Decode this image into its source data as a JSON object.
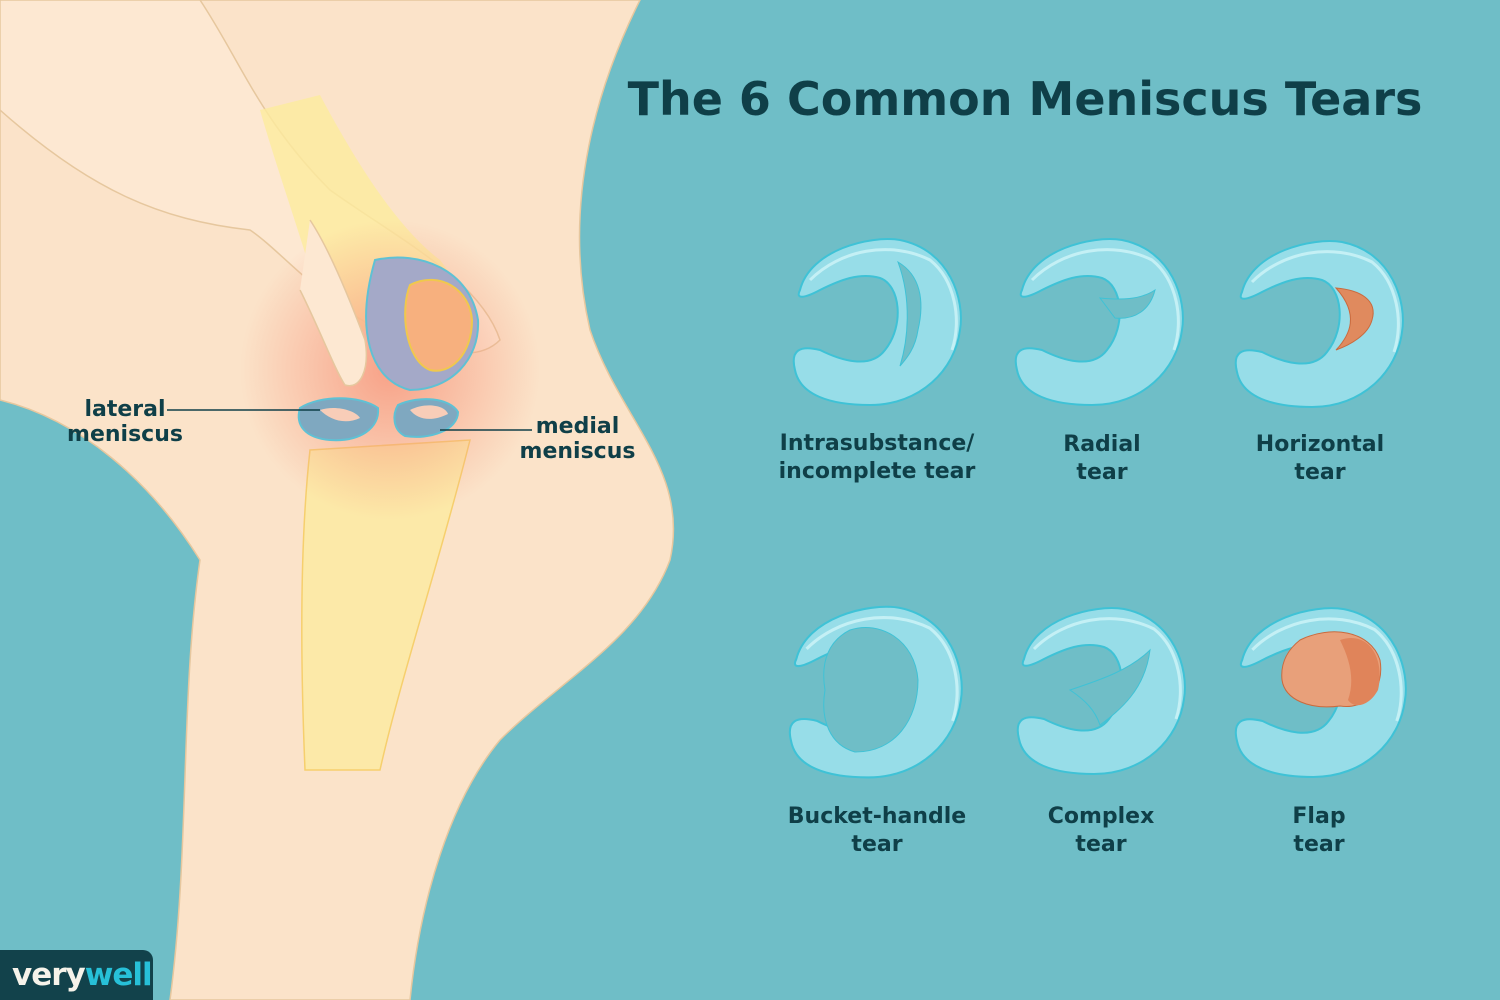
{
  "title": "The 6 Common Meniscus Tears",
  "anatomy_labels": {
    "lateral": [
      "lateral",
      "meniscus"
    ],
    "medial": [
      "medial",
      "meniscus"
    ]
  },
  "tears": [
    {
      "line1": "Intrasubstance/",
      "line2": "incomplete tear"
    },
    {
      "line1": "Radial",
      "line2": "tear"
    },
    {
      "line1": "Horizontal",
      "line2": "tear"
    },
    {
      "line1": "Bucket-handle",
      "line2": "tear"
    },
    {
      "line1": "Complex",
      "line2": "tear"
    },
    {
      "line1": "Flap",
      "line2": "tear"
    }
  ],
  "logo": {
    "part1": "very",
    "part2": "well"
  },
  "colors": {
    "background": "#6fbec7",
    "title": "#0f3f48",
    "meniscus": "#97dde8",
    "tear": "#e08a5e",
    "skin": "#fbe3c9"
  }
}
